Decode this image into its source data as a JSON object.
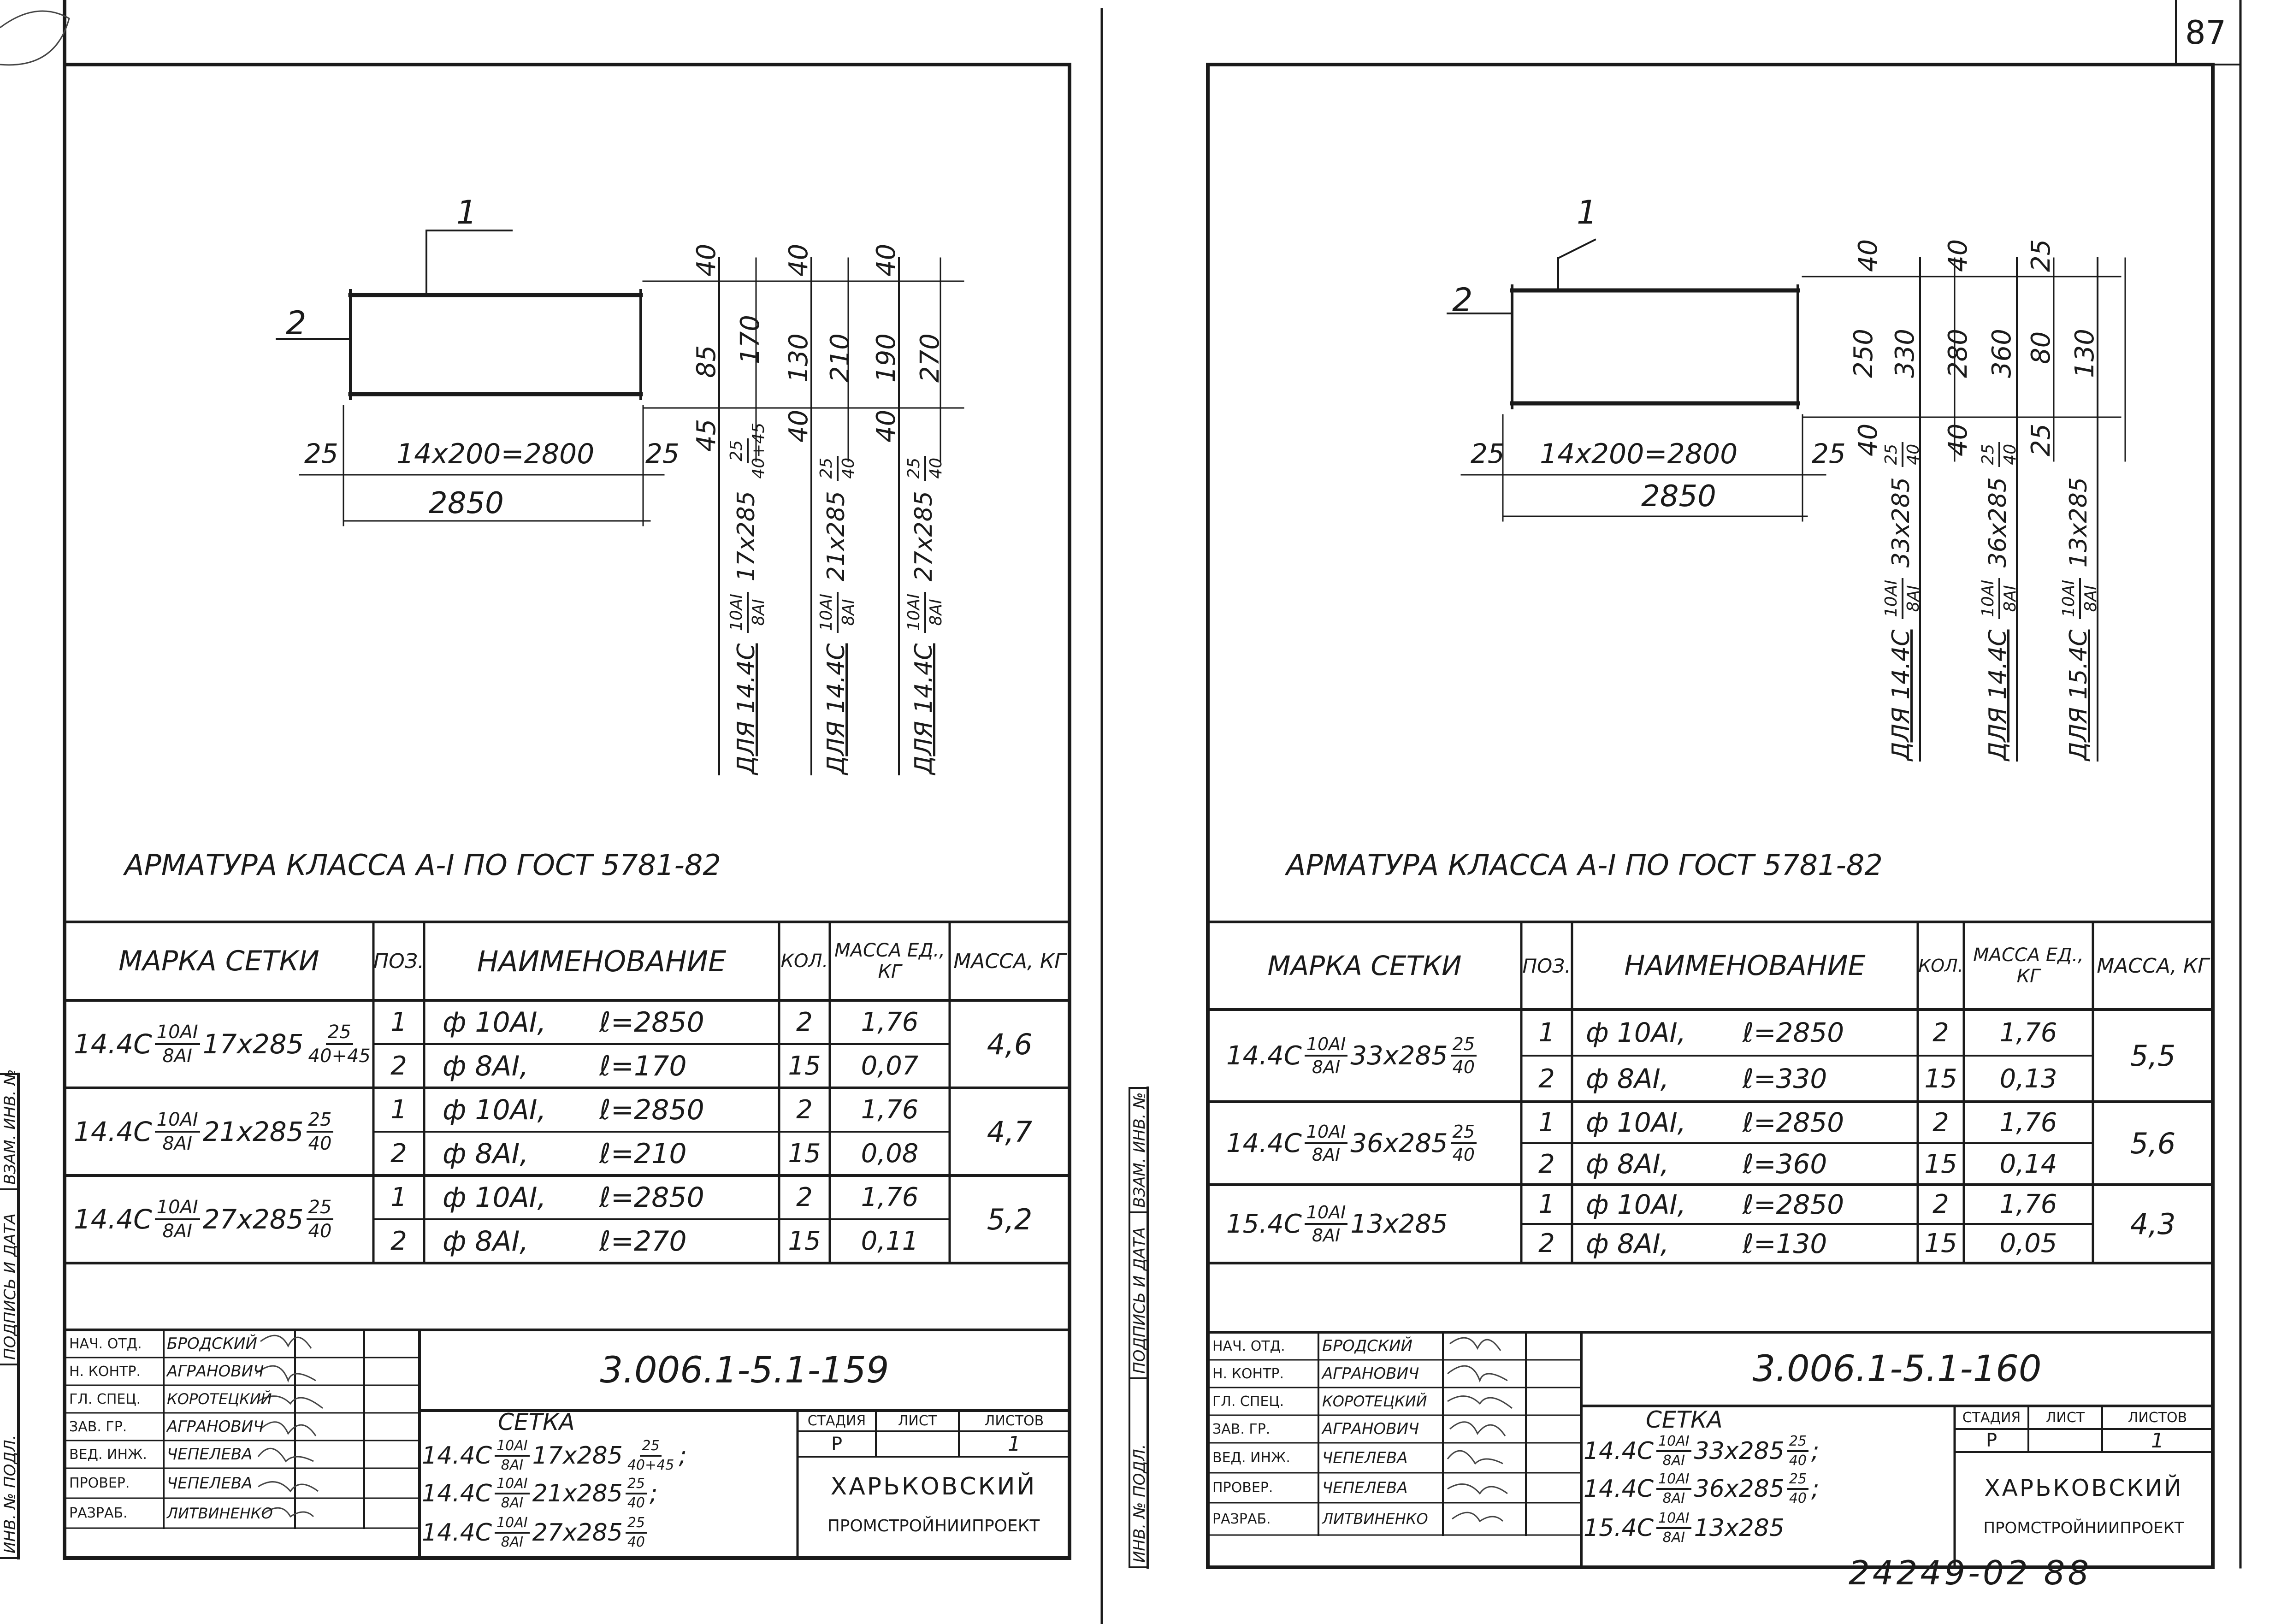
{
  "page_number": "87",
  "archive_number": "24249-02 88",
  "side_strip": {
    "inv_podl": "ИНВ. № ПОДЛ.",
    "podpis_data": "ПОДПИСЬ И ДАТА",
    "vzam_inv": "ВЗАМ. ИНВ. №"
  },
  "sheets": [
    {
      "id": "159",
      "drawing": {
        "pos1": "1",
        "pos2": "2",
        "span_label": "14x200=2800",
        "edge_left": "25",
        "edge_right": "25",
        "total": "2850",
        "dims": [
          {
            "top": "40",
            "mid": "85",
            "bot": "45",
            "outer": "170",
            "note_top": "",
            "label": "ДЛЯ 14.4С",
            "frac_n": "10АI",
            "frac_d": "8АI",
            "tail": "17x285",
            "sub_n": "25",
            "sub_d": "40+45"
          },
          {
            "top": "40",
            "mid": "130",
            "bot": "40",
            "outer": "210",
            "label": "ДЛЯ 14.4С",
            "frac_n": "10АI",
            "frac_d": "8АI",
            "tail": "21x285",
            "sub_n": "25",
            "sub_d": "40"
          },
          {
            "top": "40",
            "mid": "190",
            "bot": "40",
            "outer": "270",
            "label": "ДЛЯ 14.4С",
            "frac_n": "10АI",
            "frac_d": "8АI",
            "tail": "27x285",
            "sub_n": "25",
            "sub_d": "40"
          }
        ]
      },
      "rebar_note": "АРМАТУРА КЛАССА А-I ПО ГОСТ 5781-82",
      "table_headers": {
        "marka": "МАРКА СЕТКИ",
        "poz": "ПОЗ.",
        "name": "НАИМЕНОВАНИЕ",
        "kol": "КОЛ.",
        "mass_ed": "МАССА ЕД., КГ",
        "mass": "МАССА, КГ"
      },
      "rows": [
        {
          "prefix": "14.4С",
          "frac_n": "10АI",
          "frac_d": "8АI",
          "size": "17x285",
          "sub_n": "25",
          "sub_d": "40+45",
          "mass": "4,6",
          "items": [
            {
              "poz": "1",
              "name": "ф 10АI,",
              "len": "ℓ=2850",
              "kol": "2",
              "mass_ed": "1,76"
            },
            {
              "poz": "2",
              "name": "ф 8АI,",
              "len": "ℓ=170",
              "kol": "15",
              "mass_ed": "0,07"
            }
          ]
        },
        {
          "prefix": "14.4С",
          "frac_n": "10АI",
          "frac_d": "8АI",
          "size": "21x285",
          "sub_n": "25",
          "sub_d": "40",
          "mass": "4,7",
          "items": [
            {
              "poz": "1",
              "name": "ф 10АI,",
              "len": "ℓ=2850",
              "kol": "2",
              "mass_ed": "1,76"
            },
            {
              "poz": "2",
              "name": "ф 8АI,",
              "len": "ℓ=210",
              "kol": "15",
              "mass_ed": "0,08"
            }
          ]
        },
        {
          "prefix": "14.4С",
          "frac_n": "10АI",
          "frac_d": "8АI",
          "size": "27x285",
          "sub_n": "25",
          "sub_d": "40",
          "mass": "5,2",
          "items": [
            {
              "poz": "1",
              "name": "ф 10АI,",
              "len": "ℓ=2850",
              "kol": "2",
              "mass_ed": "1,76"
            },
            {
              "poz": "2",
              "name": "ф 8АI,",
              "len": "ℓ=270",
              "kol": "15",
              "mass_ed": "0,11"
            }
          ]
        }
      ],
      "title_block": {
        "staff": [
          {
            "role": "НАЧ. ОТД.",
            "name": "БРОДСКИЙ"
          },
          {
            "role": "Н. КОНТР.",
            "name": "АГРАНОВИЧ"
          },
          {
            "role": "ГЛ. СПЕЦ.",
            "name": "КОРОТЕЦКИЙ"
          },
          {
            "role": "ЗАВ. ГР.",
            "name": "АГРАНОВИЧ"
          },
          {
            "role": "ВЕД. ИНЖ.",
            "name": "ЧЕПЕЛЕВА"
          },
          {
            "role": "ПРОВЕР.",
            "name": "ЧЕПЕЛЕВА"
          },
          {
            "role": "РАЗРАБ.",
            "name": "ЛИТВИНЕНКО"
          }
        ],
        "code": "3.006.1-5.1-159",
        "title": "СЕТКА",
        "lines": [
          {
            "prefix": "14.4С",
            "n": "10АI",
            "d": "8АI",
            "size": "17x285",
            "sn": "25",
            "sd": "40+45",
            "end": ";"
          },
          {
            "prefix": "14.4С",
            "n": "10АI",
            "d": "8АI",
            "size": "21x285",
            "sn": "25",
            "sd": "40",
            "end": ";"
          },
          {
            "prefix": "14.4С",
            "n": "10АI",
            "d": "8АI",
            "size": "27x285",
            "sn": "25",
            "sd": "40",
            "end": ""
          }
        ],
        "stadia_h": "СТАДИЯ",
        "list_h": "ЛИСТ",
        "listov_h": "ЛИСТОВ",
        "stadia": "Р",
        "list": "",
        "listov": "1",
        "org1": "ХАРЬКОВСКИЙ",
        "org2": "ПРОМСТРОЙНИИПРОЕКТ"
      }
    },
    {
      "id": "160",
      "drawing": {
        "pos1": "1",
        "pos2": "2",
        "span_label": "14x200=2800",
        "edge_left": "25",
        "edge_right": "25",
        "total": "2850",
        "dims": [
          {
            "top": "40",
            "mid": "250",
            "bot": "40",
            "outer": "330",
            "label": "ДЛЯ 14.4С",
            "frac_n": "10АI",
            "frac_d": "8АI",
            "tail": "33x285",
            "sub_n": "25",
            "sub_d": "40"
          },
          {
            "top": "40",
            "mid": "280",
            "bot": "40",
            "outer": "360",
            "label": "ДЛЯ 14.4С",
            "frac_n": "10АI",
            "frac_d": "8АI",
            "tail": "36x285",
            "sub_n": "25",
            "sub_d": "40"
          },
          {
            "top": "25",
            "mid": "80",
            "bot": "25",
            "outer": "130",
            "label": "ДЛЯ 15.4С",
            "frac_n": "10АI",
            "frac_d": "8АI",
            "tail": "13x285",
            "sub_n": "",
            "sub_d": ""
          }
        ]
      },
      "rebar_note": "АРМАТУРА КЛАССА А-I ПО ГОСТ 5781-82",
      "table_headers": {
        "marka": "МАРКА СЕТКИ",
        "poz": "ПОЗ.",
        "name": "НАИМЕНОВАНИЕ",
        "kol": "КОЛ.",
        "mass_ed": "МАССА ЕД., КГ",
        "mass": "МАССА, КГ"
      },
      "rows": [
        {
          "prefix": "14.4С",
          "frac_n": "10АI",
          "frac_d": "8АI",
          "size": "33x285",
          "sub_n": "25",
          "sub_d": "40",
          "mass": "5,5",
          "items": [
            {
              "poz": "1",
              "name": "ф 10АI,",
              "len": "ℓ=2850",
              "kol": "2",
              "mass_ed": "1,76"
            },
            {
              "poz": "2",
              "name": "ф 8АI,",
              "len": "ℓ=330",
              "kol": "15",
              "mass_ed": "0,13"
            }
          ]
        },
        {
          "prefix": "14.4С",
          "frac_n": "10АI",
          "frac_d": "8АI",
          "size": "36x285",
          "sub_n": "25",
          "sub_d": "40",
          "mass": "5,6",
          "items": [
            {
              "poz": "1",
              "name": "ф 10АI,",
              "len": "ℓ=2850",
              "kol": "2",
              "mass_ed": "1,76"
            },
            {
              "poz": "2",
              "name": "ф 8АI,",
              "len": "ℓ=360",
              "kol": "15",
              "mass_ed": "0,14"
            }
          ]
        },
        {
          "prefix": "15.4С",
          "frac_n": "10АI",
          "frac_d": "8АI",
          "size": "13x285",
          "sub_n": "",
          "sub_d": "",
          "mass": "4,3",
          "items": [
            {
              "poz": "1",
              "name": "ф 10АI,",
              "len": "ℓ=2850",
              "kol": "2",
              "mass_ed": "1,76"
            },
            {
              "poz": "2",
              "name": "ф 8АI,",
              "len": "ℓ=130",
              "kol": "15",
              "mass_ed": "0,05"
            }
          ]
        }
      ],
      "title_block": {
        "staff": [
          {
            "role": "НАЧ. ОТД.",
            "name": "БРОДСКИЙ"
          },
          {
            "role": "Н. КОНТР.",
            "name": "АГРАНОВИЧ"
          },
          {
            "role": "ГЛ. СПЕЦ.",
            "name": "КОРОТЕЦКИЙ"
          },
          {
            "role": "ЗАВ. ГР.",
            "name": "АГРАНОВИЧ"
          },
          {
            "role": "ВЕД. ИНЖ.",
            "name": "ЧЕПЕЛЕВА"
          },
          {
            "role": "ПРОВЕР.",
            "name": "ЧЕПЕЛЕВА"
          },
          {
            "role": "РАЗРАБ.",
            "name": "ЛИТВИНЕНКО"
          }
        ],
        "code": "3.006.1-5.1-160",
        "title": "СЕТКА",
        "lines": [
          {
            "prefix": "14.4С",
            "n": "10АI",
            "d": "8АI",
            "size": "33x285",
            "sn": "25",
            "sd": "40",
            "end": ";"
          },
          {
            "prefix": "14.4С",
            "n": "10АI",
            "d": "8АI",
            "size": "36x285",
            "sn": "25",
            "sd": "40",
            "end": ";"
          },
          {
            "prefix": "15.4С",
            "n": "10АI",
            "d": "8АI",
            "size": "13x285",
            "sn": "",
            "sd": "",
            "end": ""
          }
        ],
        "stadia_h": "СТАДИЯ",
        "list_h": "ЛИСТ",
        "listov_h": "ЛИСТОВ",
        "stadia": "Р",
        "list": "",
        "listov": "1",
        "org1": "ХАРЬКОВСКИЙ",
        "org2": "ПРОМСТРОЙНИИПРОЕКТ"
      }
    }
  ]
}
